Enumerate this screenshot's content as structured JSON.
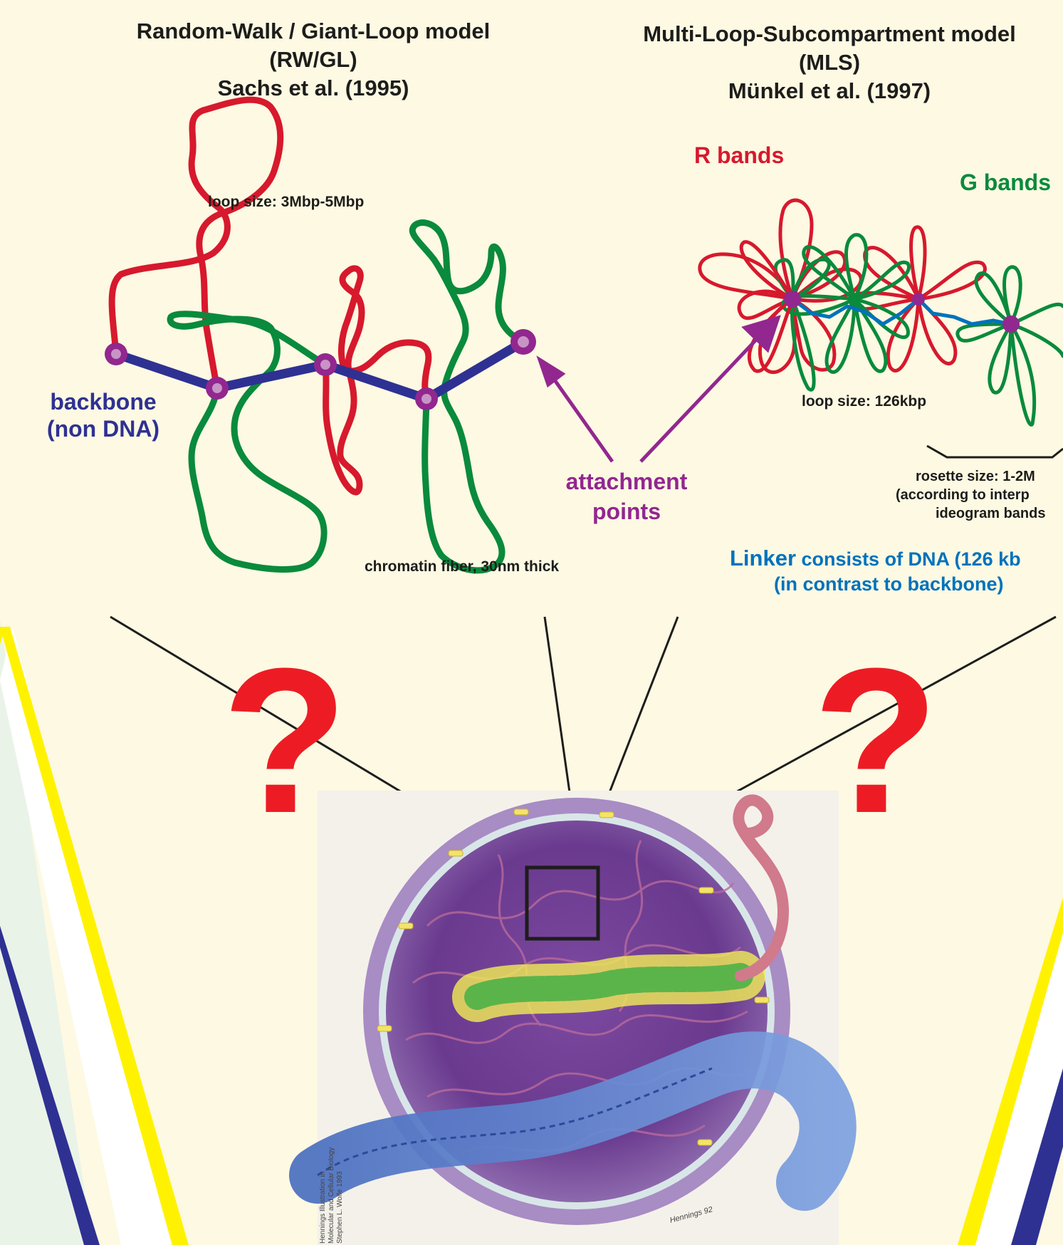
{
  "left_model": {
    "title_line1": "Random-Walk / Giant-Loop model",
    "title_line2": "(RW/GL)",
    "title_line3": "Sachs et al. (1995)",
    "loop_size": "loop size: 3Mbp-5Mbp",
    "backbone_line1": "backbone",
    "backbone_line2": "(non DNA)",
    "fiber": "chromatin fiber, 30nm thick"
  },
  "right_model": {
    "title_line1": "Multi-Loop-Subcompartment model",
    "title_line2": "(MLS)",
    "title_line3": "Münkel et al. (1997)",
    "r_bands": "R bands",
    "g_bands": "G bands",
    "loop_size": "loop size: 126kbp",
    "rosette_line1": "rosette size: 1-2M",
    "rosette_line2": "(according to interp",
    "rosette_line3": "ideogram bands",
    "linker_word": "Linker",
    "linker_rest": " consists of DNA (126 kb",
    "linker_line2": "(in contrast to backbone)"
  },
  "attachment": {
    "line1": "attachment",
    "line2": "points"
  },
  "question_mark": "?",
  "credit": {
    "line1": "Hennings Illustration in",
    "line2": "Molecular and Cellular Biology",
    "line3": "Stephen L. Wolfe 1993",
    "signature": "Hennings 92"
  },
  "colors": {
    "background": "#fdf9e3",
    "red_loop": "#d7192d",
    "green_loop": "#0a8a3c",
    "backbone": "#2e3192",
    "attachment": "#92278f",
    "linker": "#0072bc",
    "question": "#ed1c24",
    "stripe_yellow": "#fff200",
    "stripe_navy": "#2e3192"
  }
}
